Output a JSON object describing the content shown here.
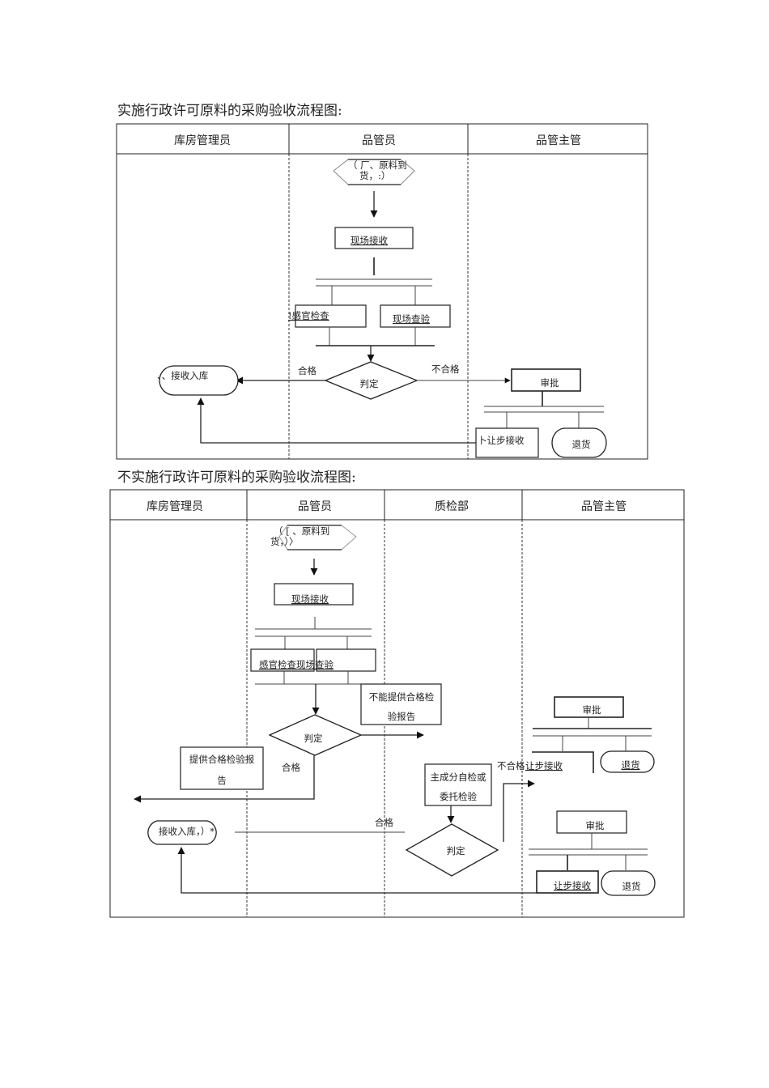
{
  "diagram1": {
    "title": "实施行政许可原料的采购验收流程图:",
    "lanes": [
      "库房管理员",
      "品管员",
      "品管主管"
    ],
    "nodes": {
      "start_line1": "（ 厂、原料到",
      "start_line2": "货，:）",
      "onsite_receive": "现场接收",
      "sensory_check": "!感官检查",
      "onsite_inspect": "现场查验",
      "judge": "判定",
      "pass_label": "合格",
      "fail_label": "不合格",
      "store": "、、接收入库",
      "approve": "审批",
      "concession": "卜让步接收",
      "return": "退货"
    }
  },
  "diagram2": {
    "title": "不实施行政许可原料的采购验收流程图:",
    "lanes": [
      "库房管理员",
      "品管员",
      "质检部",
      "品管主管"
    ],
    "nodes": {
      "start_line1": "（ [ 、原料到",
      "start_line2": "货，）〉",
      "onsite_receive": "现场接收",
      "sensory_onsite": "感官检查现场查验",
      "no_report_line1": "不能提供合格检",
      "no_report_line2": "验报告",
      "judge1": "判定",
      "report_line1": "提供合格检验报",
      "report_line2": "告",
      "pass1": "合格",
      "selftest_line1": "主成分自检或",
      "selftest_line2": "委托检验",
      "judge2": "判定",
      "pass2": "合格",
      "fail2": "不合格",
      "store": "接收入库，）*",
      "approve1": "审批",
      "concession1": "让步接收",
      "return1": "退货",
      "approve2": "审批",
      "concession2": "让步接收",
      "return2": "退货"
    }
  }
}
